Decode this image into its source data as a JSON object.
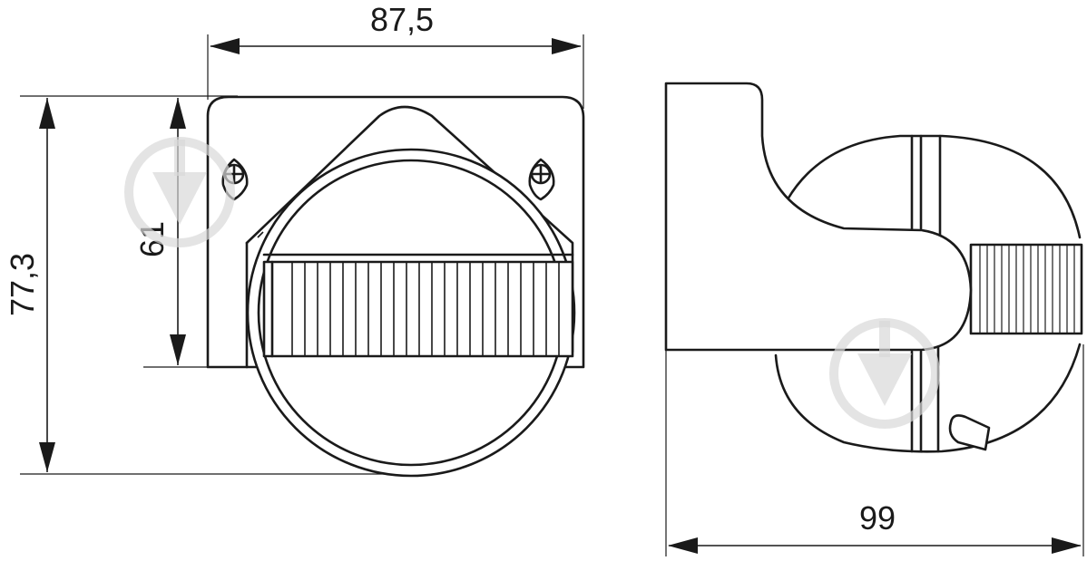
{
  "dimensions": {
    "width_top": "87,5",
    "height_total": "77,3",
    "height_inner": "61",
    "depth_bottom": "99"
  },
  "icons": {
    "watermark_left": "download-arrow-icon",
    "watermark_right": "download-arrow-icon"
  },
  "colors": {
    "line": "#1a1a1a",
    "watermark": "#d9d9d9",
    "background": "#ffffff"
  }
}
